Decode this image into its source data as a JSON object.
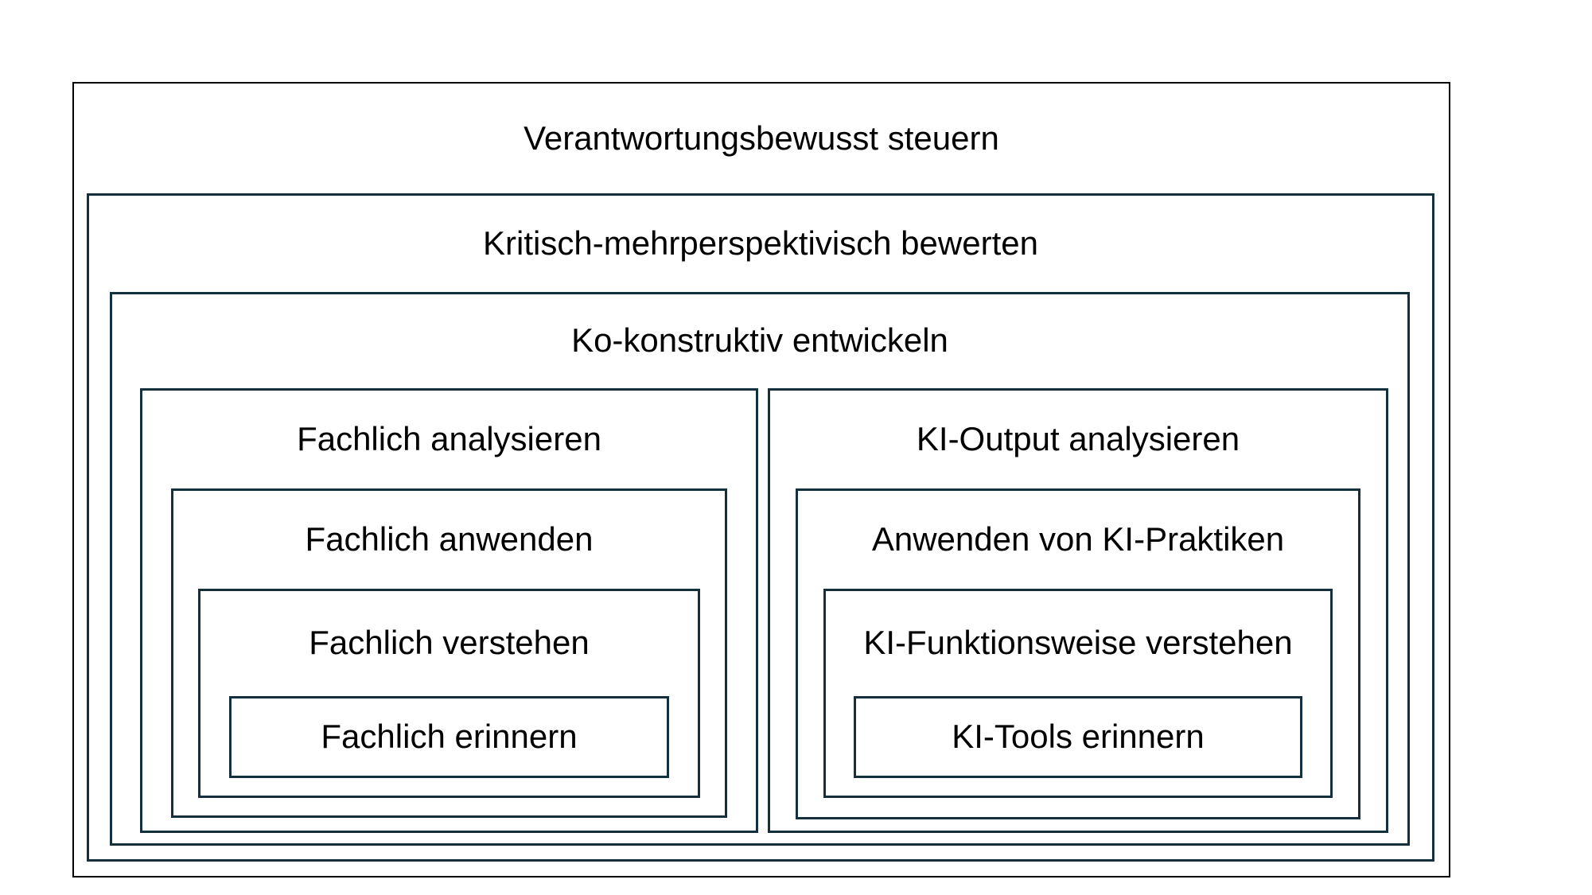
{
  "diagram": {
    "title_hierarchy": [
      {
        "label": "Verantwortungsbewusst steuern"
      },
      {
        "label": "Kritisch-mehrperspektivisch bewerten"
      },
      {
        "label": "Ko-konstruktiv entwickeln"
      }
    ],
    "left_stack": [
      {
        "label": "Fachlich analysieren"
      },
      {
        "label": "Fachlich anwenden"
      },
      {
        "label": "Fachlich verstehen"
      },
      {
        "label": "Fachlich erinnern"
      }
    ],
    "right_stack": [
      {
        "label": "KI-Output analysieren"
      },
      {
        "label": "Anwenden von KI-Praktiken"
      },
      {
        "label": "KI-Funktionsweise verstehen"
      },
      {
        "label": "KI-Tools erinnern"
      }
    ],
    "colors": {
      "outer_border": "#000000",
      "inner_border": "#14303d",
      "background": "#ffffff",
      "text": "#000000"
    }
  }
}
